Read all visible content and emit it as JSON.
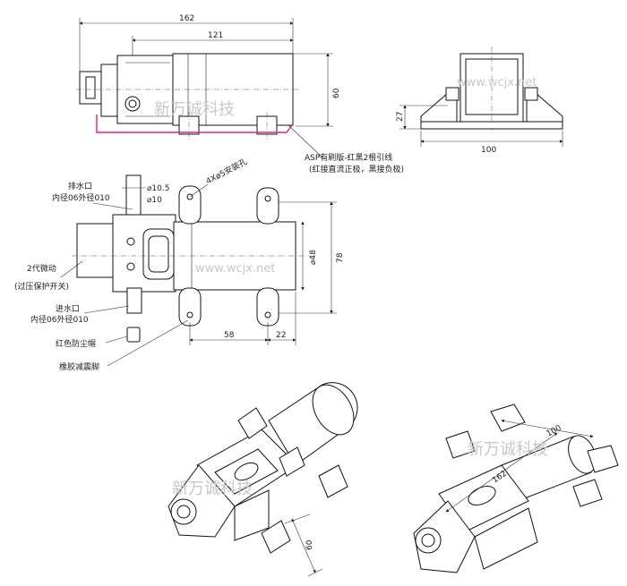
{
  "dimensions": {
    "overall_length": "162",
    "body_length": "121",
    "height": "60",
    "front_height": "27",
    "front_width": "100",
    "outlet_outer": "⌀10.5",
    "outlet_inner": "⌀10",
    "motor_dia": "⌀48",
    "total_width": "78",
    "mount_spacing": "58",
    "mount_offset": "22",
    "iso_left_height": "60",
    "iso_right_a": "100",
    "iso_right_b": "162"
  },
  "labels": {
    "wire_note_1": "ASP有刷版-红黑2根引线",
    "wire_note_2": "(红接直流正极，黑接负极)",
    "mount_holes": "4Xø5安装孔",
    "drain_port_1": "排水口",
    "drain_port_2": "内径06外径010",
    "switch_1": "2代微动",
    "switch_2": "(过压保护开关)",
    "inlet_port_1": "进水口",
    "inlet_port_2": "内径06外径010",
    "dust_cap": "红色防尘帽",
    "rubber_foot": "橡胶减震脚"
  },
  "watermark": {
    "url": "www.wcjx.net",
    "company": "新万诚科技"
  },
  "colors": {
    "lines": "#111111",
    "wire": "#e0209a",
    "watermark": "#c8c8c8"
  }
}
